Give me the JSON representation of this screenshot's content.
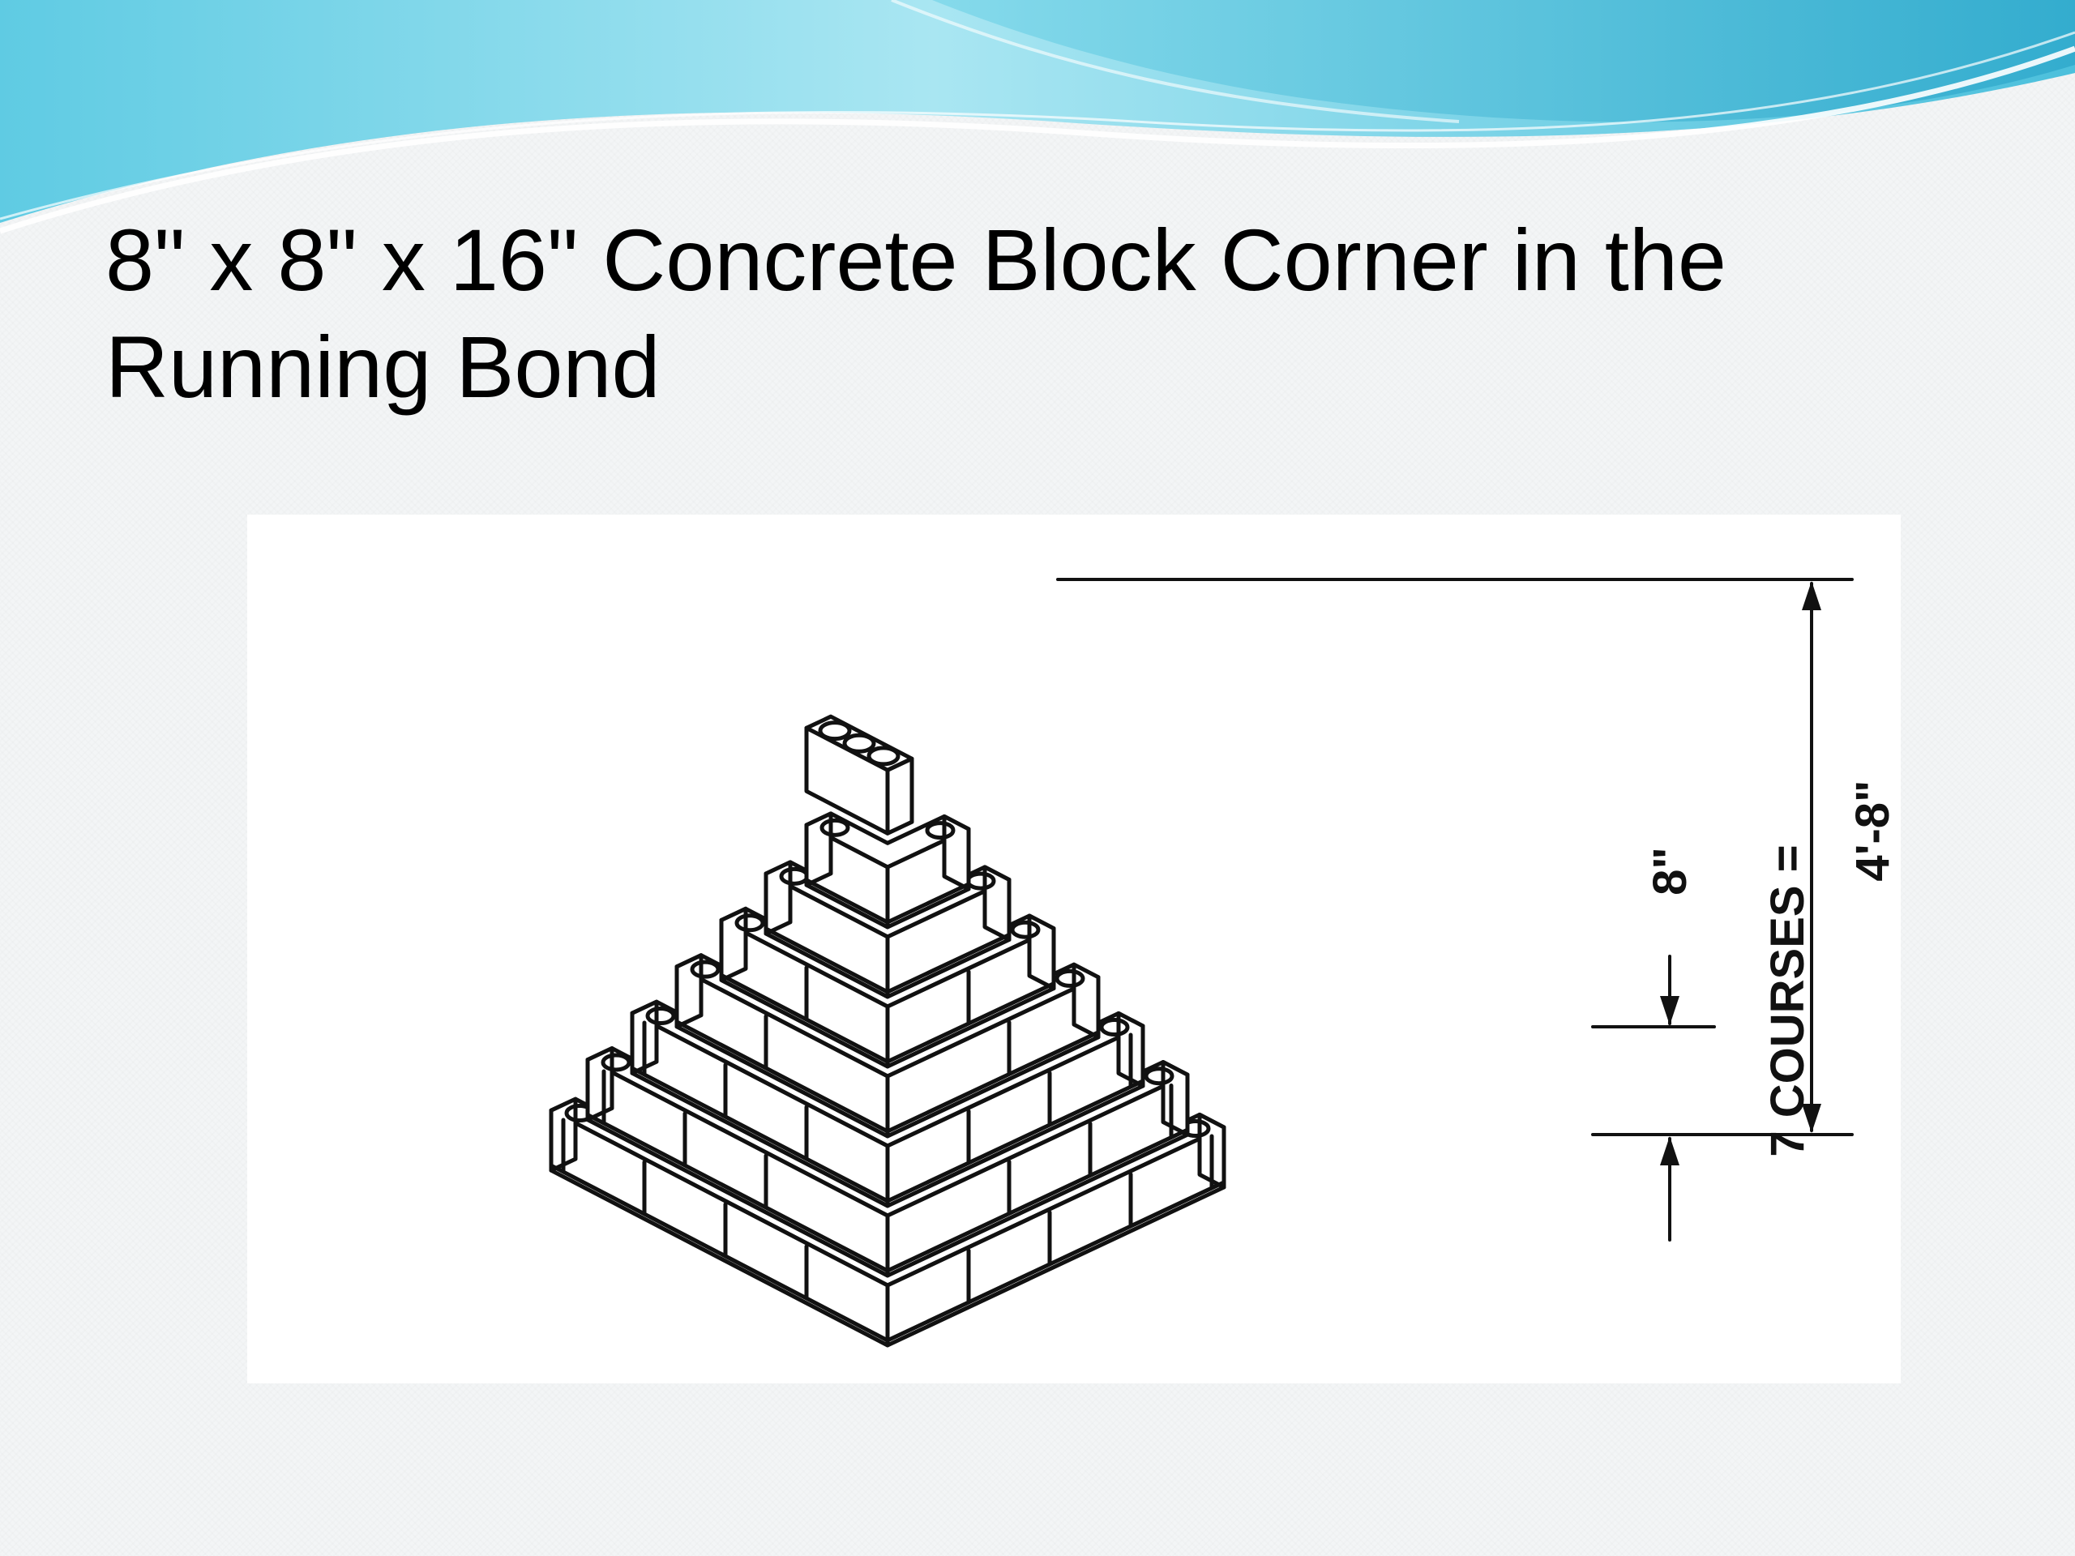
{
  "slide": {
    "title_line1": "8\" x 8\" x 16\" Concrete Block Corner in the",
    "title_line2": "Running Bond"
  },
  "diagram": {
    "course_count_label": "7 COURSES =",
    "total_height_label": "4'-8\"",
    "course_height_label": "8\""
  },
  "colors": {
    "wave_light": "#bfeef5",
    "wave_mid": "#7fd8ea",
    "wave_dark": "#43b9d6",
    "ink": "#111111"
  }
}
